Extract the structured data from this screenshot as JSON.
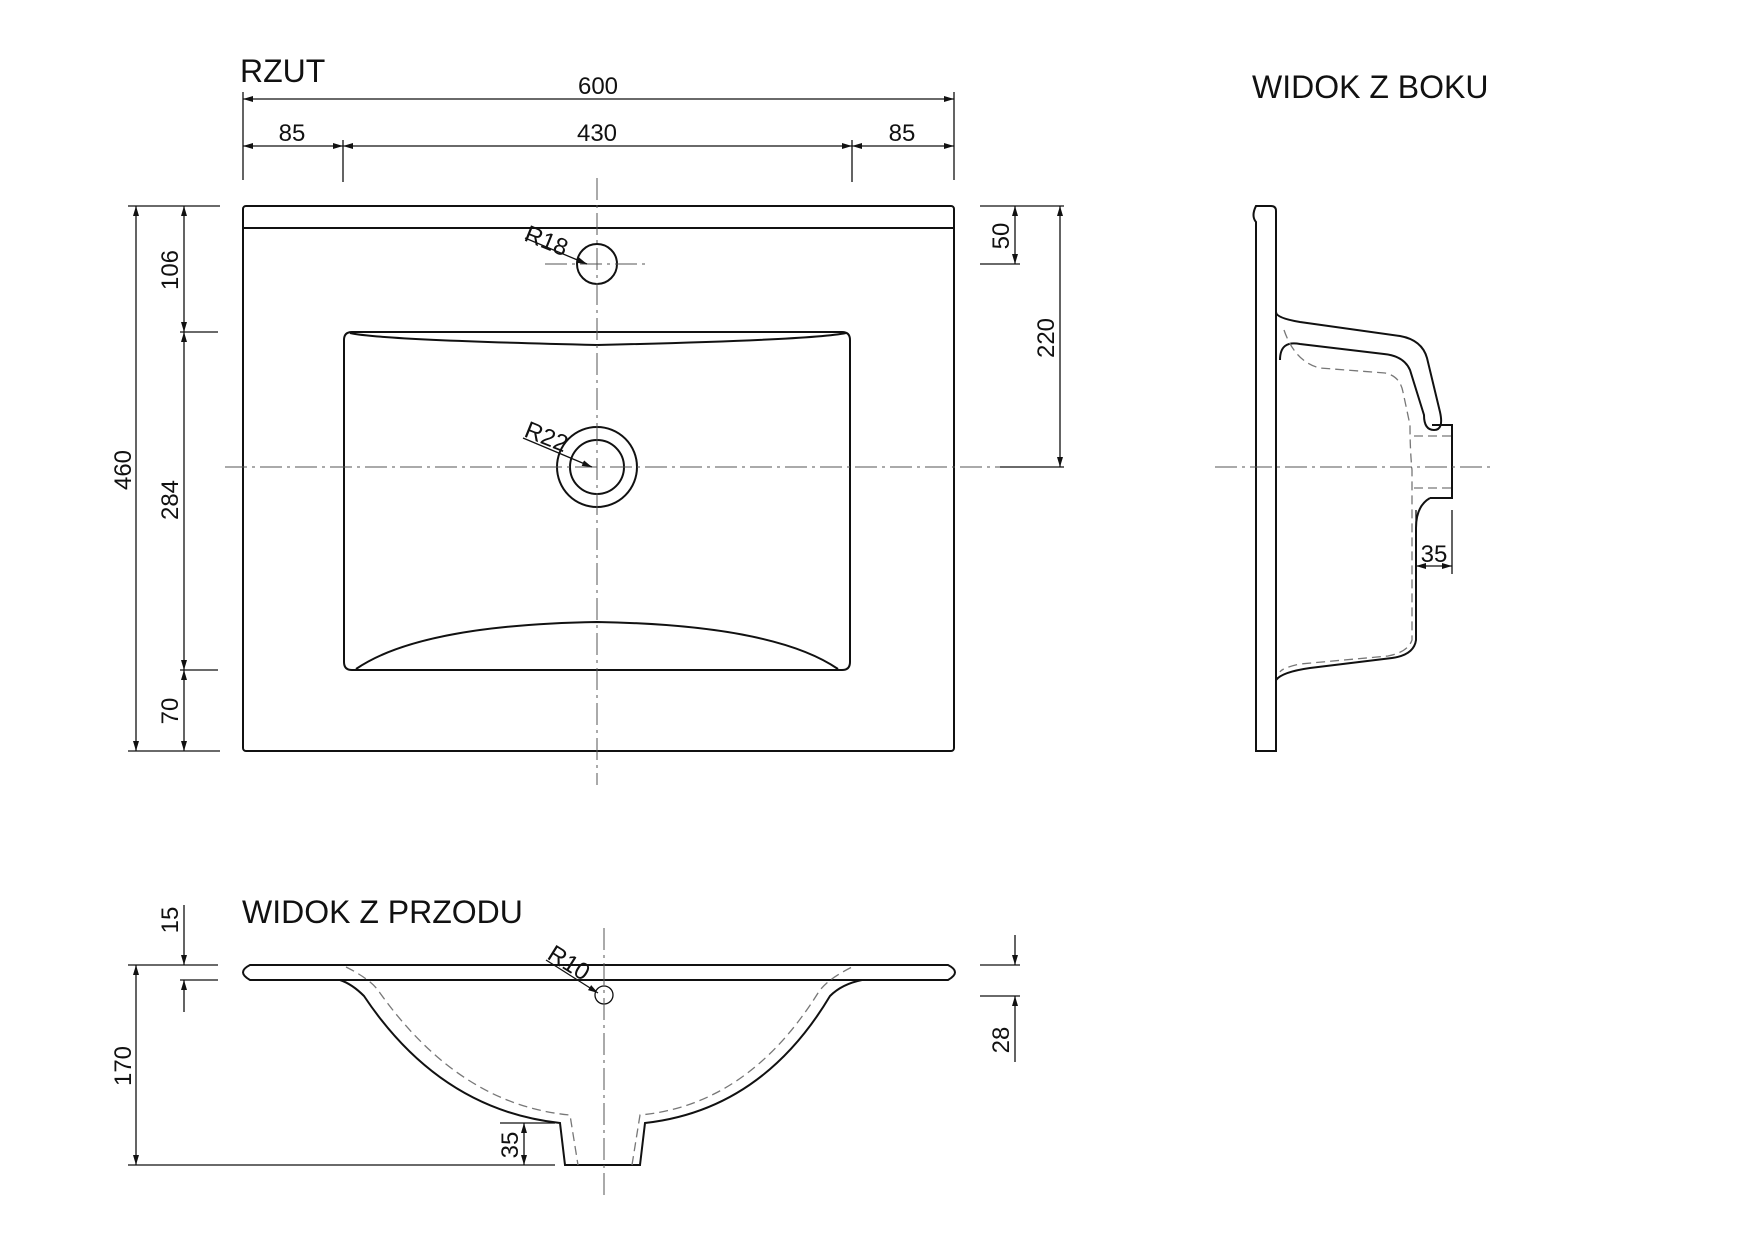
{
  "views": {
    "plan_title": "RZUT",
    "side_title": "WIDOK Z BOKU",
    "front_title": "WIDOK Z PRZODU"
  },
  "plan": {
    "width_total": "600",
    "width_left": "85",
    "width_middle": "430",
    "width_right": "85",
    "depth_total": "460",
    "depth_top": "106",
    "depth_bowl": "284",
    "depth_bottom": "70",
    "tap_offset": "50",
    "drain_offset": "220",
    "tap_radius": "R18",
    "drain_radius": "R22"
  },
  "side": {
    "drain_length": "35"
  },
  "front": {
    "rim_thickness": "15",
    "total_height": "170",
    "drain_height": "35",
    "rim_height": "28",
    "inner_radius": "R10"
  },
  "colors": {
    "line": "#111111",
    "hidden_line": "#777777",
    "center_line": "#555555",
    "background": "#ffffff"
  }
}
